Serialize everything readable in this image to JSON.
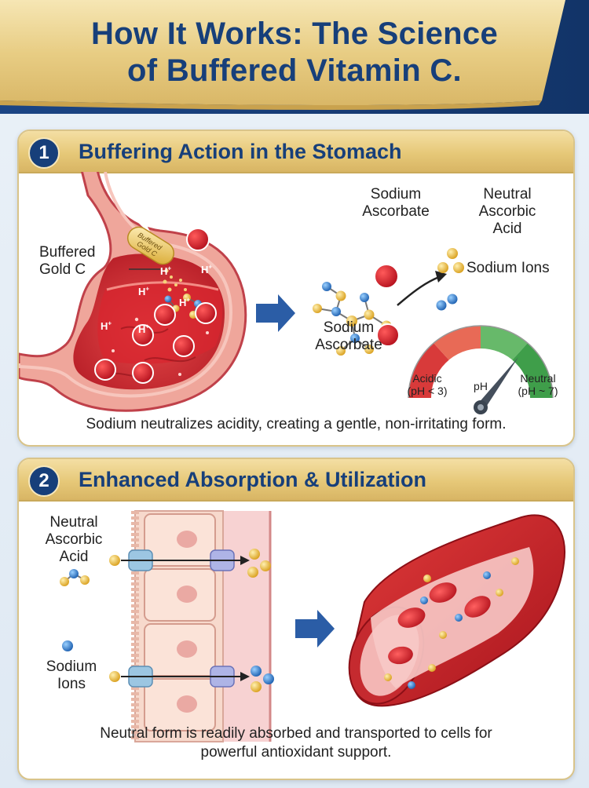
{
  "header": {
    "title_line1": "How It Works: The Science",
    "title_line2": "of Buffered Vitamin C."
  },
  "step1": {
    "number": "1",
    "title": "Buffering Action in the Stomach",
    "capsule_label_line1": "Buffered",
    "capsule_label_line2": "Gold C",
    "capsule_text_line1": "Buffered",
    "capsule_text_line2": "Gold C",
    "hydrogen_ion": "H",
    "hydrogen_ion_charge": "+",
    "sodium_ascorbate_top_line1": "Sodium",
    "sodium_ascorbate_top_line2": "Ascorbate",
    "sodium_ascorbate_bottom_line1": "Sodium",
    "sodium_ascorbate_bottom_line2": "Ascorbate",
    "neutral_ascorbic_line1": "Neutral",
    "neutral_ascorbic_line2": "Ascorbic",
    "neutral_ascorbic_line3": "Acid",
    "sodium_ions": "Sodium Ions",
    "gauge": {
      "acidic_line1": "Acidic",
      "acidic_line2": "(pH < 3)",
      "center": "pH",
      "neutral_line1": "Neutral",
      "neutral_line2": "(pH ~ 7)"
    },
    "caption": "Sodium neutralizes acidity, creating a gentle, non-irritating form."
  },
  "step2": {
    "number": "2",
    "title": "Enhanced Absorption & Utilization",
    "neutral_ascorbic_line1": "Neutral",
    "neutral_ascorbic_line2": "Ascorbic",
    "neutral_ascorbic_line3": "Acid",
    "sodium_ions_line1": "Sodium",
    "sodium_ions_line2": "Ions",
    "caption_line1": "Neutral form is readily absorbed and transported to cells for",
    "caption_line2": "powerful antioxidant support."
  },
  "colors": {
    "navy": "#173f7a",
    "gold": "#e0bf6e",
    "acid_red": "#c8102e",
    "molecule_gold": "#e8b83a",
    "molecule_blue": "#2f7fd0"
  }
}
